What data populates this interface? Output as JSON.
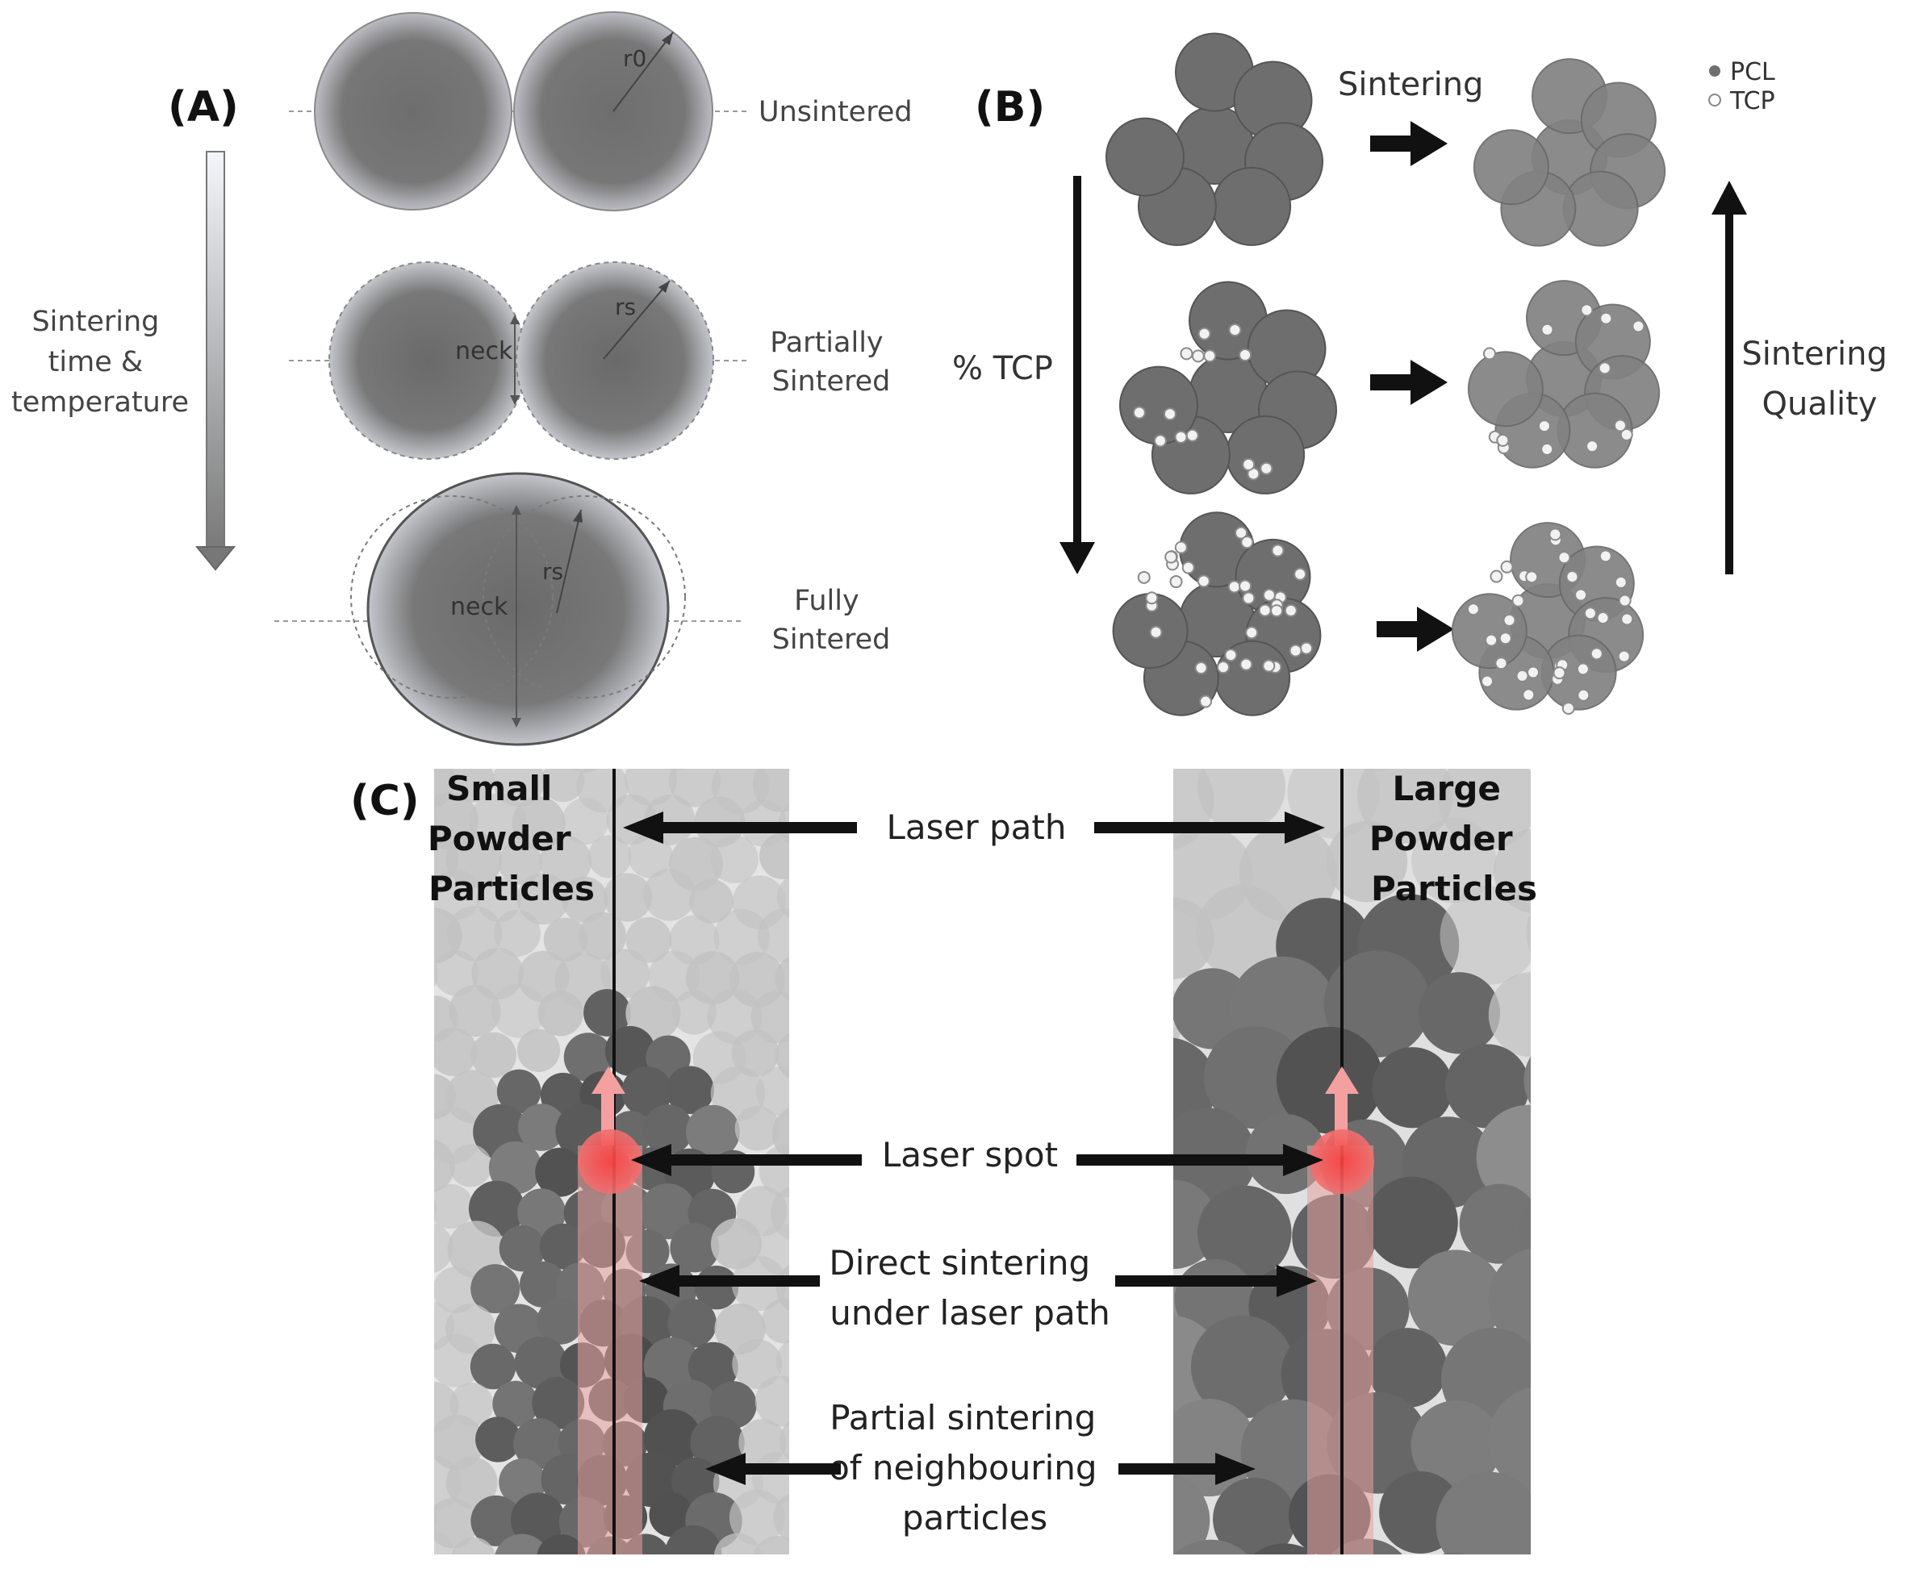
{
  "panelA": {
    "label": "(A)",
    "axis_label": [
      "Sintering",
      "time &",
      "temperature"
    ],
    "rows": [
      {
        "state": [
          "Unsintered"
        ],
        "radius": "r0",
        "neck": ""
      },
      {
        "state": [
          "Partially",
          "Sintered"
        ],
        "radius": "rs",
        "neck": "neck"
      },
      {
        "state": [
          "Fully",
          "Sintered"
        ],
        "radius": "rs",
        "neck": "neck"
      }
    ]
  },
  "panelB": {
    "label": "(B)",
    "process": "Sintering",
    "legend": [
      {
        "name": "PCL",
        "marker": "filled-dot"
      },
      {
        "name": "TCP",
        "marker": "open-dot"
      }
    ],
    "down_axis": "% TCP",
    "up_axis": [
      "Sintering",
      "Quality"
    ]
  },
  "panelC": {
    "label": "(C)",
    "small": [
      "Small",
      "Powder",
      "Particles"
    ],
    "large": [
      "Large",
      "Powder",
      "Particles"
    ],
    "annotations": [
      {
        "text": [
          "Laser path"
        ]
      },
      {
        "text": [
          "Laser spot"
        ]
      },
      {
        "text": [
          "Direct sintering",
          "under laser path"
        ]
      },
      {
        "text": [
          "Partial sintering",
          "of neighbouring",
          "particles"
        ]
      }
    ]
  },
  "colors": {
    "pcl": "#6e6e6e",
    "pcl_sintered": "#828282",
    "tcp_outline": "#8a8a8a",
    "powder_light": "#c2c2c2",
    "powder_dark": "#5a5a5a",
    "laser": "#f05a5a"
  }
}
